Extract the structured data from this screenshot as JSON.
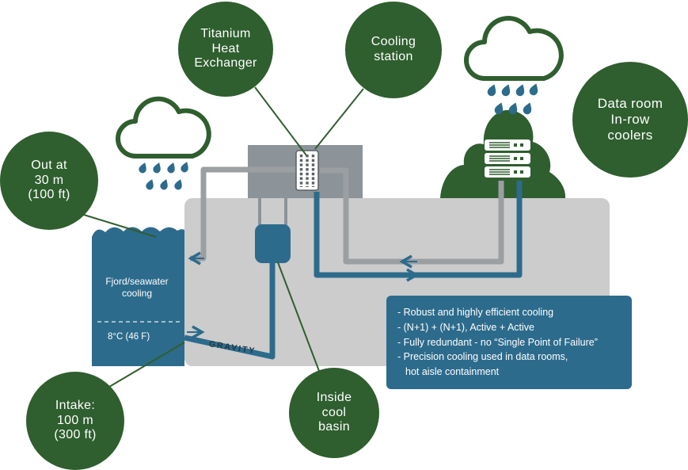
{
  "colors": {
    "green": "#2f5e2f",
    "blue": "#2d6b8c",
    "gray_light": "#cccccc",
    "gray_dark": "#8c9399",
    "pipe_gray": "#9b9fa2"
  },
  "callouts": {
    "titanium_heat_exchanger": "Titanium\nHeat\nExchanger",
    "cooling_station": "Cooling\nstation",
    "data_room_in_row_coolers": "Data room\nIn-row\ncoolers",
    "out_at_30m": "Out at\n30 m\n(100 ft)",
    "intake_100m": "Intake:\n100 m\n(300 ft)",
    "inside_cool_basin": "Inside\ncool\nbasin"
  },
  "fjord": {
    "label": "Fjord/seawater\ncooling",
    "temperature": "8°C (46 F)"
  },
  "pipes": {
    "gravity_label": "GRAVITY"
  },
  "info_box": {
    "lines": [
      "- Robust and highly efficient cooling",
      "- (N+1) + (N+1), Active + Active",
      "- Fully redundant - no “Single Point of Failure”",
      "- Precision cooling used in data rooms,",
      "hot aisle containment"
    ]
  },
  "icons": {
    "rain_cloud": "cloud outline with falling raindrops",
    "server_rack": "stacked server units with vents and indicator squares",
    "heat_exchanger": "white plate block with dotted grid",
    "flow_arrow": "small blue directional arrow"
  }
}
